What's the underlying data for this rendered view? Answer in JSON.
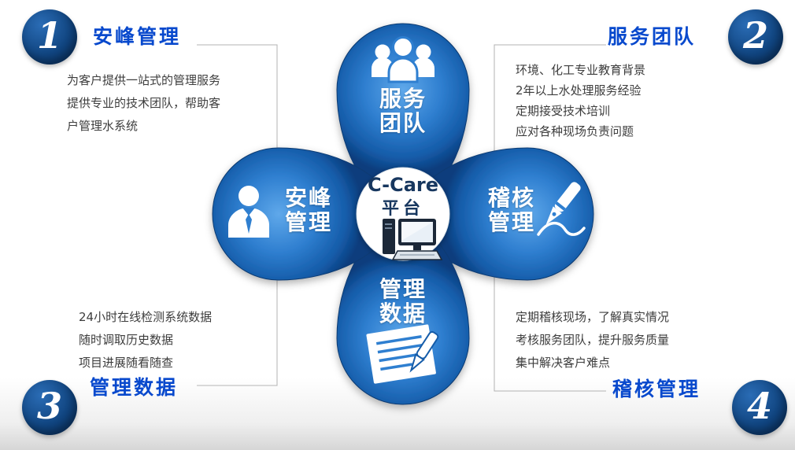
{
  "colors": {
    "petal_light": "#5fa8ea",
    "petal_mid": "#2f7fd0",
    "petal_dark": "#0b3d7d",
    "heading_blue": "#0849cd",
    "badge_blue": "#10447f",
    "label_white": "#ffffff",
    "body_text": "#3d3d3d",
    "connector_gray": "#b3b3b3"
  },
  "center": {
    "line1": "C-Care",
    "line2": "平台",
    "icon": "computer-icon"
  },
  "petals": {
    "top": {
      "line1": "服务",
      "line2": "团队",
      "icon": "team-icon"
    },
    "left": {
      "line1": "安峰",
      "line2": "管理",
      "icon": "person-icon"
    },
    "right": {
      "line1": "稽核",
      "line2": "管理",
      "icon": "pen-icon"
    },
    "bottom": {
      "line1": "管理",
      "line2": "数据",
      "icon": "document-pen-icon"
    }
  },
  "sections": {
    "top_left": {
      "number": "1",
      "title": "安峰管理",
      "lines": [
        "为客户提供一站式的管理服务",
        "提供专业的技术团队，帮助客",
        "户管理水系统"
      ]
    },
    "top_right": {
      "number": "2",
      "title": "服务团队",
      "lines": [
        "环境、化工专业教育背景",
        "2年以上水处理服务经验",
        "定期接受技术培训",
        "应对各种现场负责问题"
      ]
    },
    "bottom_left": {
      "number": "3",
      "title": "管理数据",
      "lines": [
        "24小时在线检测系统数据",
        "随时调取历史数据",
        "项目进展随看随查"
      ]
    },
    "bottom_right": {
      "number": "4",
      "title": "稽核管理",
      "lines": [
        "定期稽核现场，了解真实情况",
        "考核服务团队，提升服务质量",
        "集中解决客户难点"
      ]
    }
  }
}
